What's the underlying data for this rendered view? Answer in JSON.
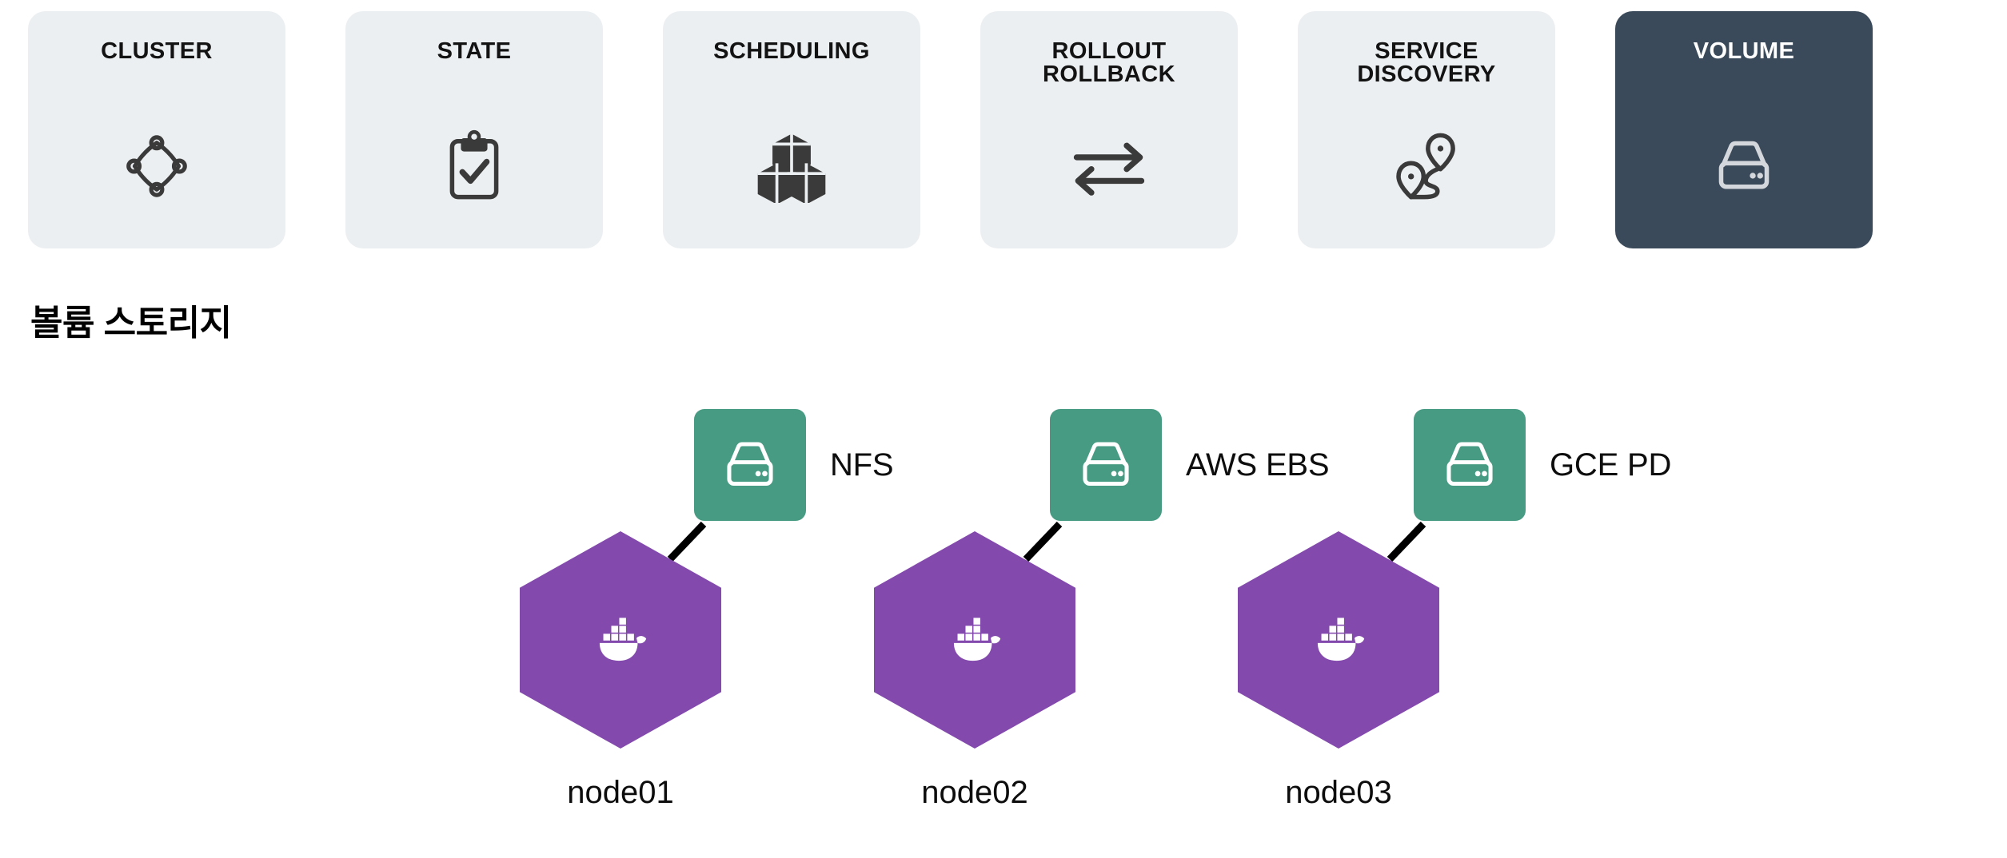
{
  "topic_cards": [
    {
      "id": "cluster",
      "label": "CLUSTER",
      "icon": "cluster-nodes-icon",
      "active": false
    },
    {
      "id": "state",
      "label": "STATE",
      "icon": "clipboard-check-icon",
      "active": false
    },
    {
      "id": "scheduling",
      "label": "SCHEDULING",
      "icon": "stacked-cubes-icon",
      "active": false
    },
    {
      "id": "rollout-rollback",
      "label": "ROLLOUT\nROLLBACK",
      "icon": "swap-arrows-icon",
      "active": false
    },
    {
      "id": "service-discovery",
      "label": "SERVICE\nDISCOVERY",
      "icon": "route-pins-icon",
      "active": false
    },
    {
      "id": "volume",
      "label": "VOLUME",
      "icon": "hard-drive-icon",
      "active": true
    }
  ],
  "section": {
    "title": "볼륨 스토리지"
  },
  "diagram": {
    "nodes": [
      {
        "id": "node01",
        "node_label": "node01",
        "storage_label": "NFS",
        "node_icon": "docker-whale-icon",
        "storage_icon": "hard-drive-icon"
      },
      {
        "id": "node02",
        "node_label": "node02",
        "storage_label": "AWS EBS",
        "node_icon": "docker-whale-icon",
        "storage_icon": "hard-drive-icon"
      },
      {
        "id": "node03",
        "node_label": "node03",
        "storage_label": "GCE PD",
        "node_icon": "docker-whale-icon",
        "storage_icon": "hard-drive-icon"
      }
    ]
  },
  "colors": {
    "card_inactive_bg": "#ECEFF1",
    "card_active_bg": "#3B4A5A",
    "storage_box": "#489B83",
    "node_hex": "#8349AD",
    "page_bg": "#FFFFFF",
    "text": "#111111",
    "link_line": "#000000"
  }
}
